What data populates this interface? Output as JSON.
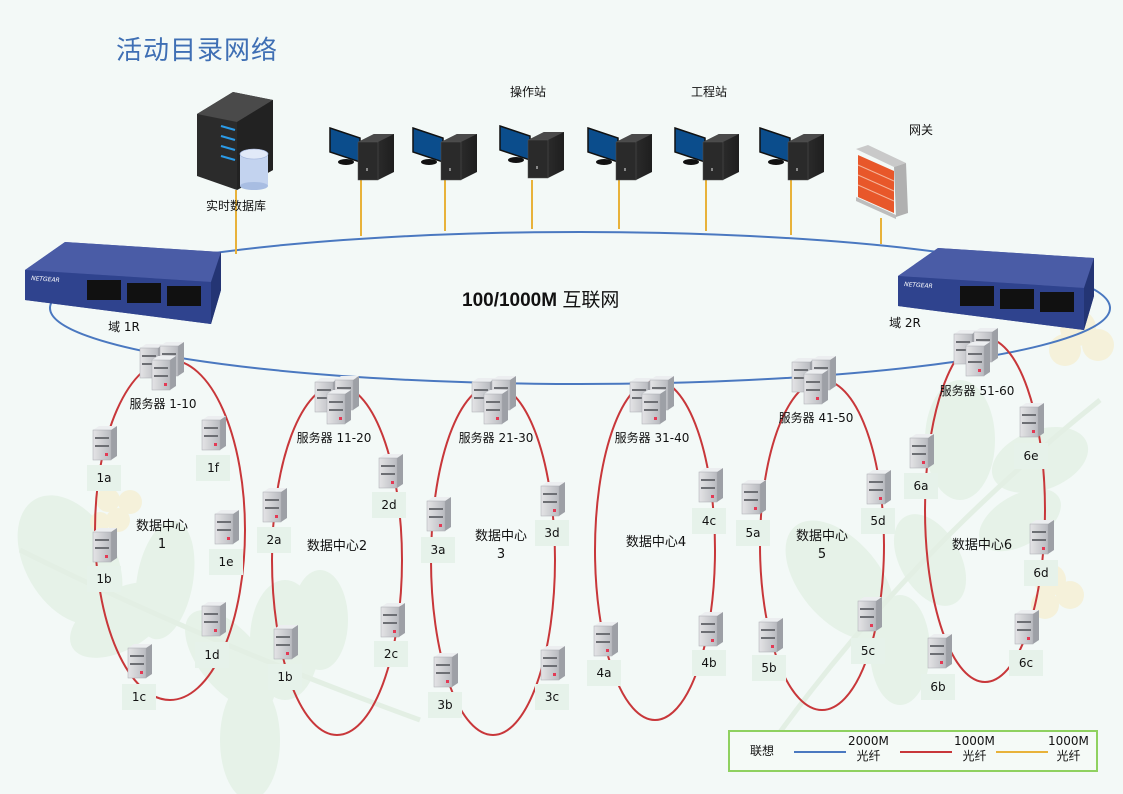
{
  "title": "活动目录网络",
  "network_label": {
    "speed": "100/1000M",
    "name": "互联网"
  },
  "colors": {
    "ring_2000M": "#4a78c0",
    "ring_1000M": "#c8373a",
    "drop_1000M": "#e8b23a",
    "title": "#3f6fb4",
    "legend_border": "#8fd160"
  },
  "top_devices": {
    "database": {
      "label": "实时数据库",
      "icon": "server-database-icon"
    },
    "workstation_group_labels": [
      "操作站",
      "工程站"
    ],
    "workstations": [
      {
        "icon": "workstation-icon"
      },
      {
        "icon": "workstation-icon"
      },
      {
        "icon": "workstation-icon"
      },
      {
        "icon": "workstation-icon"
      },
      {
        "icon": "workstation-icon"
      },
      {
        "icon": "workstation-icon"
      }
    ],
    "gateway": {
      "label": "网关",
      "icon": "firewall-icon"
    }
  },
  "switches": [
    {
      "label": "域 1R",
      "brand": "NETGEAR",
      "icon": "network-switch-icon"
    },
    {
      "label": "域 2R",
      "brand": "NETGEAR",
      "icon": "network-switch-icon"
    }
  ],
  "datacenters": [
    {
      "label": "数据中心\n1",
      "server_group": "服务器 1-10",
      "nodes": [
        "1a",
        "1b",
        "1c",
        "1d",
        "1e",
        "1f"
      ]
    },
    {
      "label": "数据中心2",
      "server_group": "服务器 11-20",
      "nodes": [
        "2a",
        "1b",
        "2c",
        "2d"
      ]
    },
    {
      "label": "数据中心\n3",
      "server_group": "服务器 21-30",
      "nodes": [
        "3a",
        "3b",
        "3c",
        "3d"
      ]
    },
    {
      "label": "数据中心4",
      "server_group": "服务器 31-40",
      "nodes": [
        "4a",
        "4b",
        "4c"
      ]
    },
    {
      "label": "数据中心\n5",
      "server_group": "服务器 41-50",
      "nodes": [
        "5a",
        "5b",
        "5c",
        "5d"
      ]
    },
    {
      "label": "数据中心6",
      "server_group": "服务器 51-60",
      "nodes": [
        "6a",
        "6b",
        "6c",
        "6d",
        "6e"
      ]
    }
  ],
  "legend": {
    "title": "联想",
    "items": [
      {
        "speed": "2000M",
        "medium": "光纤",
        "color": "#4a78c0"
      },
      {
        "speed": "1000M",
        "medium": "光纤",
        "color": "#c8373a"
      },
      {
        "speed": "1000M",
        "medium": "光纤",
        "color": "#e8b23a"
      }
    ]
  }
}
